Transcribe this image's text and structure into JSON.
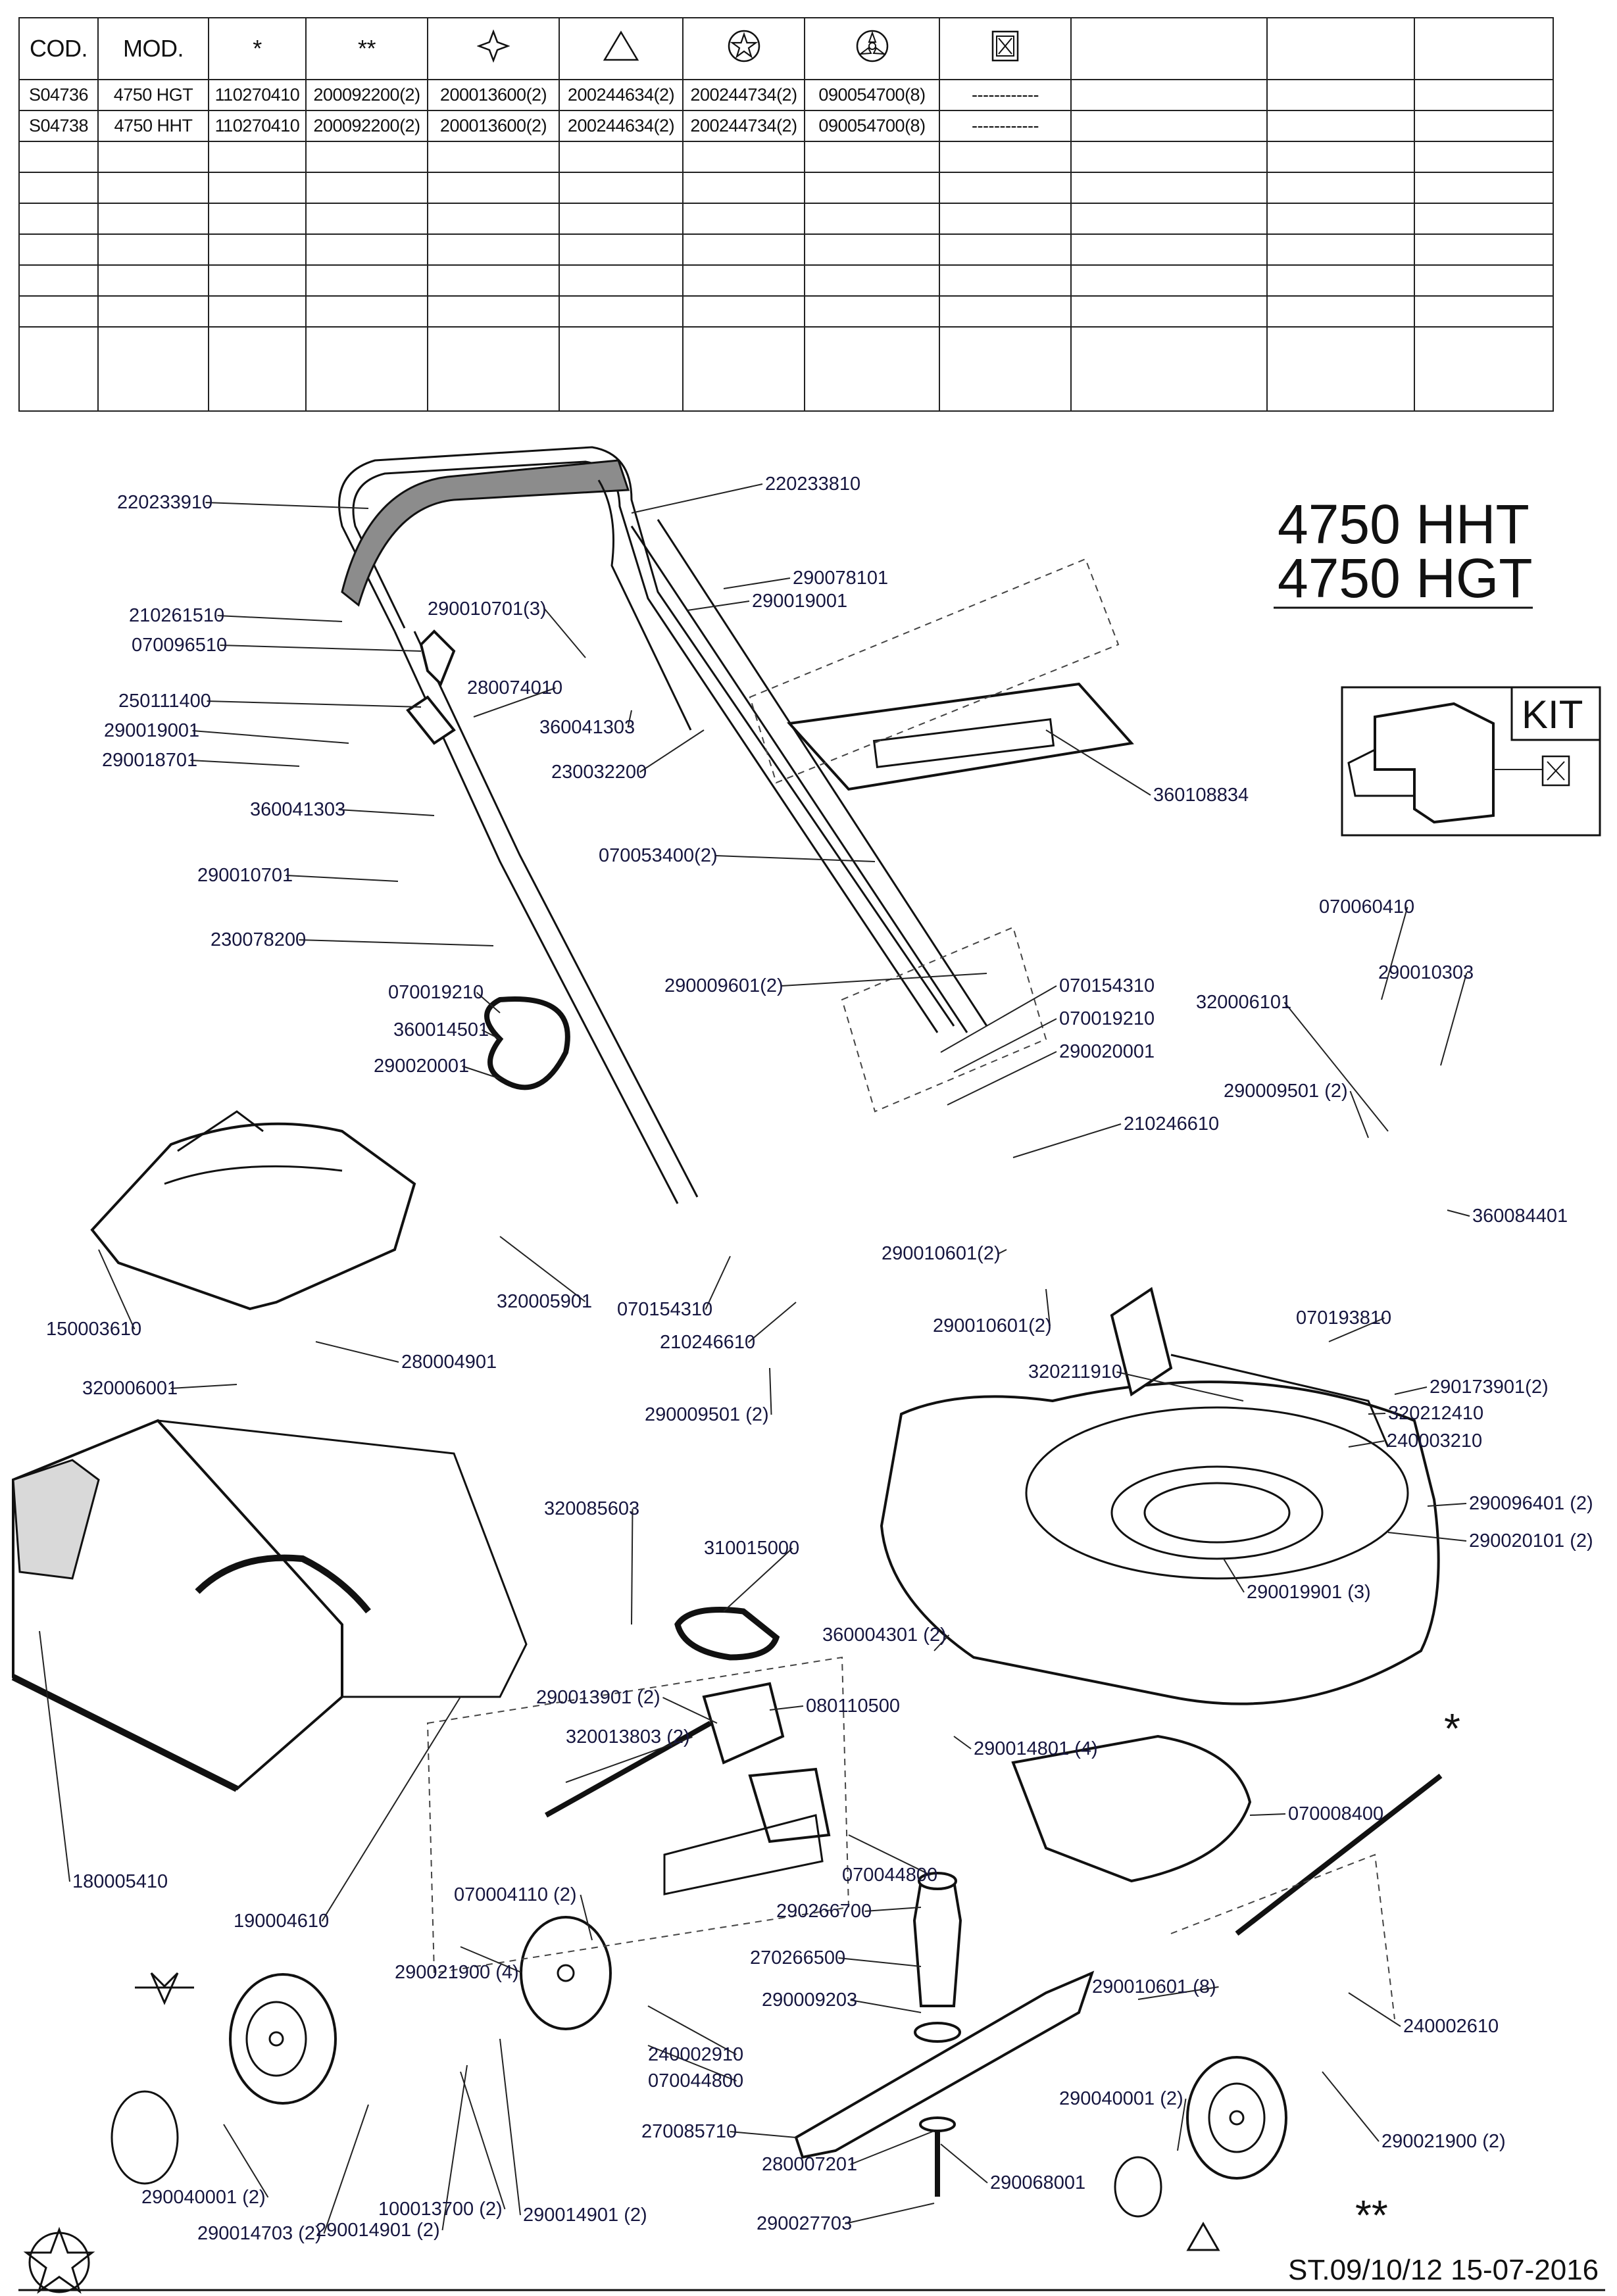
{
  "table": {
    "headers": [
      "COD.",
      "MOD.",
      "*",
      "**",
      "",
      "",
      "",
      "",
      "",
      "",
      "",
      ""
    ],
    "header_icons": [
      "",
      "",
      "",
      "",
      "four-point-star-icon",
      "triangle-icon",
      "star-circle-icon",
      "blade-adapter-icon",
      "kit-box-icon",
      "",
      "",
      ""
    ],
    "rows": [
      [
        "S04736",
        "4750 HGT",
        "110270410",
        "200092200(2)",
        "200013600(2)",
        "200244634(2)",
        "200244734(2)",
        "090054700(8)",
        "------------",
        "",
        "",
        ""
      ],
      [
        "S04738",
        "4750 HHT",
        "110270410",
        "200092200(2)",
        "200013600(2)",
        "200244634(2)",
        "200244734(2)",
        "090054700(8)",
        "------------",
        "",
        "",
        ""
      ]
    ],
    "empty_rows": 7
  },
  "title": {
    "line1": "4750 HHT",
    "line2": "4750 HGT"
  },
  "kit_label": "KIT",
  "star_marks": {
    "single": "*",
    "double": "**"
  },
  "labels": [
    "220233910",
    "220233810",
    "290078101",
    "290019001",
    "210261510",
    "290010701(3)",
    "070096510",
    "280074010",
    "250111400",
    "360041303",
    "290019001",
    "290018701",
    "230032200",
    "360108834",
    "360041303",
    "070053400(2)",
    "290010701",
    "230078200",
    "070060410",
    "290010303",
    "070019210",
    "290009601(2)",
    "070154310",
    "360014501",
    "070019210",
    "320006101",
    "290020001",
    "290020001",
    "290009501 (2)",
    "210246610",
    "360084401",
    "290010601(2)",
    "150003610",
    "320005901",
    "070154310",
    "290010601(2)",
    "210246610",
    "070193810",
    "280004901",
    "320211910",
    "290173901(2)",
    "320006001",
    "290009501 (2)",
    "320212410",
    "240003210",
    "290096401 (2)",
    "290020101 (2)",
    "320085603",
    "310015000",
    "290019901 (3)",
    "360004301 (2)",
    "290013901 (2)",
    "080110500",
    "320013803 (2)",
    "290014801 (4)",
    "070008400",
    "070044800",
    "180005410",
    "190004610",
    "070004110 (2)",
    "290266700",
    "290021900 (4)",
    "270266500",
    "290009203",
    "290010601 (8)",
    "240002610",
    "240002910",
    "070044800",
    "270085710",
    "290040001 (2)",
    "290021900 (2)",
    "290040001 (2)",
    "280007201",
    "290068001",
    "290014703 (2)",
    "100013700 (2)",
    "290014901 (2)",
    "290014901 (2)",
    "290027703"
  ],
  "footer": {
    "stamp": "ST.09/10/12  15-07-2016"
  }
}
